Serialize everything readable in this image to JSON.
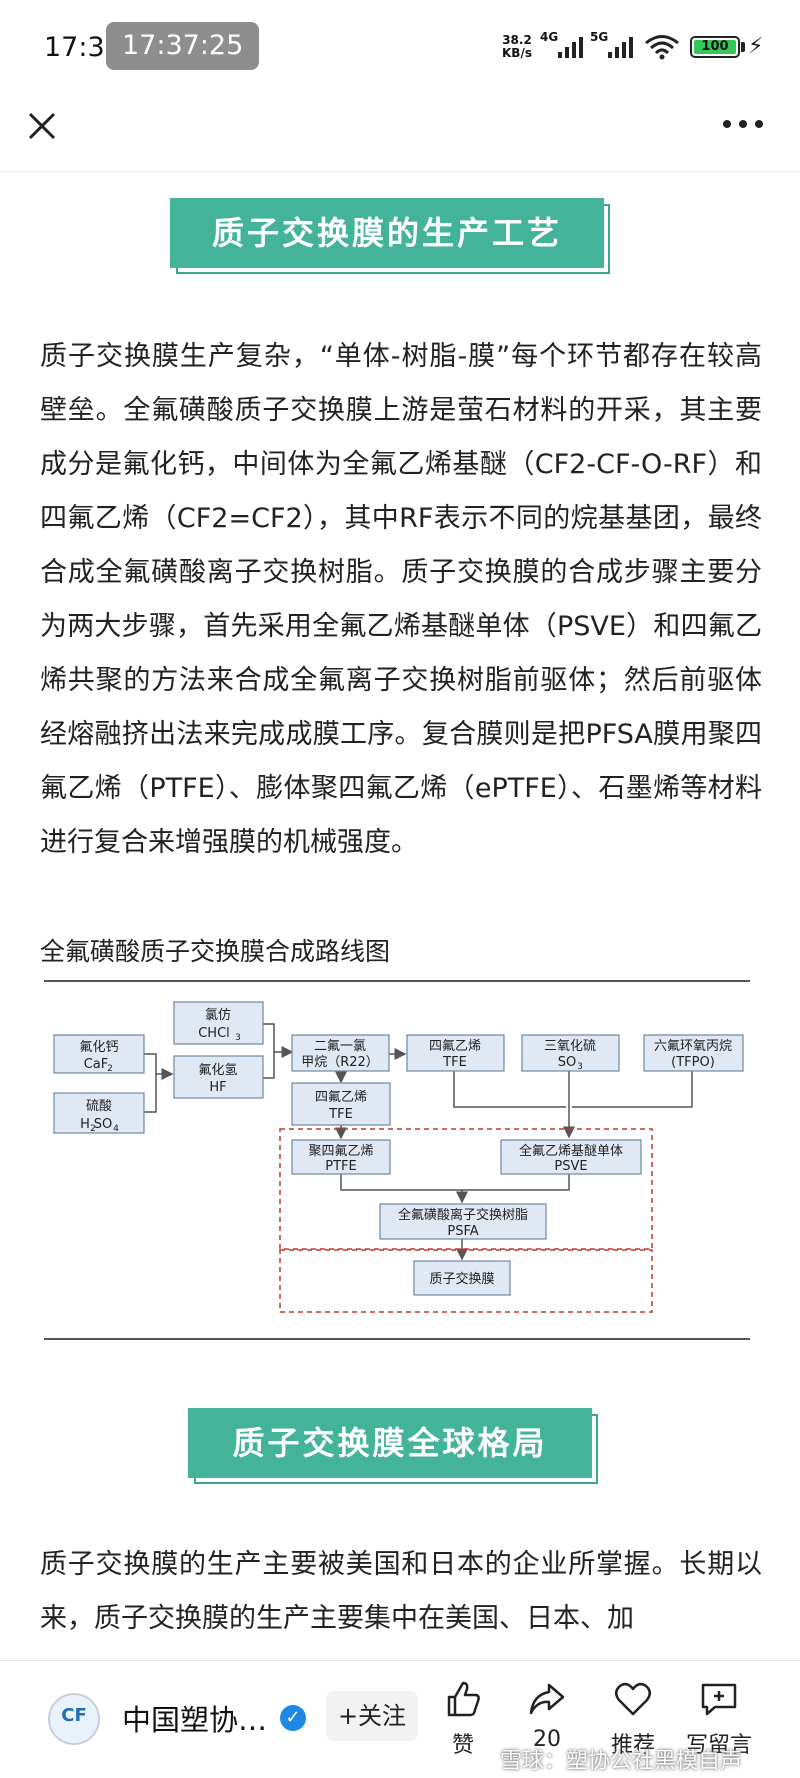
{
  "status_bar": {
    "time": "17:37",
    "time_overlay": "17:37:25",
    "net_speed_value": "38.2",
    "net_speed_unit": "KB/s",
    "signal1": "4G",
    "signal2": "5G",
    "battery": "100"
  },
  "nav": {
    "close_icon": "close-icon",
    "more_icon": "more-icon"
  },
  "sections": {
    "s1_title": "质子交换膜的生产工艺",
    "s1_body": "质子交换膜生产复杂，“单体-树脂-膜”每个环节都存在较高壁垒。全氟磺酸质子交换膜上游是萤石材料的开采，其主要成分是氟化钙，中间体为全氟乙烯基醚（CF2-CF-O-RF）和四氟乙烯（CF2=CF2），其中RF表示不同的烷基基团，最终合成全氟磺酸离子交换树脂。质子交换膜的合成步骤主要分为两大步骤，首先采用全氟乙烯基醚单体（PSVE）和四氟乙烯共聚的方法来合成全氟离子交换树脂前驱体；然后前驱体经熔融挤出法来完成成膜工序。复合膜则是把PFSA膜用聚四氟乙烯（PTFE）、膨体聚四氟乙烯（ePTFE）、石墨烯等材料进行复合来增强膜的机械强度。",
    "figure_caption": "全氟磺酸质子交换膜合成路线图",
    "s2_title": "质子交换膜全球格局",
    "s2_body": "质子交换膜的生产主要被美国和日本的企业所掌握。长期以来，质子交换膜的生产主要集中在美国、日本、加"
  },
  "diagram": {
    "caf2_l1": "氟化钙",
    "caf2_l2": "CaF",
    "h2so4_l1": "硫酸",
    "h2so4_l2": "H",
    "chcl3_l1": "氯仿",
    "chcl3_l2": "CHCl",
    "hf_l1": "氟化氢",
    "hf_l2": "HF",
    "r22_l1": "二氟一氯",
    "r22_l2": "甲烷（R22）",
    "tfe_l1": "四氟乙烯",
    "tfe_l2": "TFE",
    "so3_l1": "三氧化硫",
    "so3_l2": "SO",
    "tfpo_l1": "六氟环氧丙烷",
    "tfpo_l2": "(TFPO)",
    "tfe2_l1": "四氟乙烯",
    "tfe2_l2": "TFE",
    "ptfe_l1": "聚四氟乙烯",
    "ptfe_l2": "PTFE",
    "psve_l1": "全氟乙烯基醚单体",
    "psve_l2": "PSVE",
    "psfa_l1": "全氟磺酸离子交换树脂",
    "psfa_l2": "PSFA",
    "pem_l1": "质子交换膜"
  },
  "bottom_bar": {
    "avatar_text": "CF",
    "account_name": "中国塑协…",
    "follow": "+关注",
    "like": "赞",
    "share": "20",
    "recommend": "推荐",
    "comment": "写留言",
    "watermark": "雪球：塑协公社黑模自声"
  },
  "colors": {
    "banner": "#43b39a",
    "diagram_box": "#dfe8f3",
    "dashed_red": "#c0392b"
  }
}
